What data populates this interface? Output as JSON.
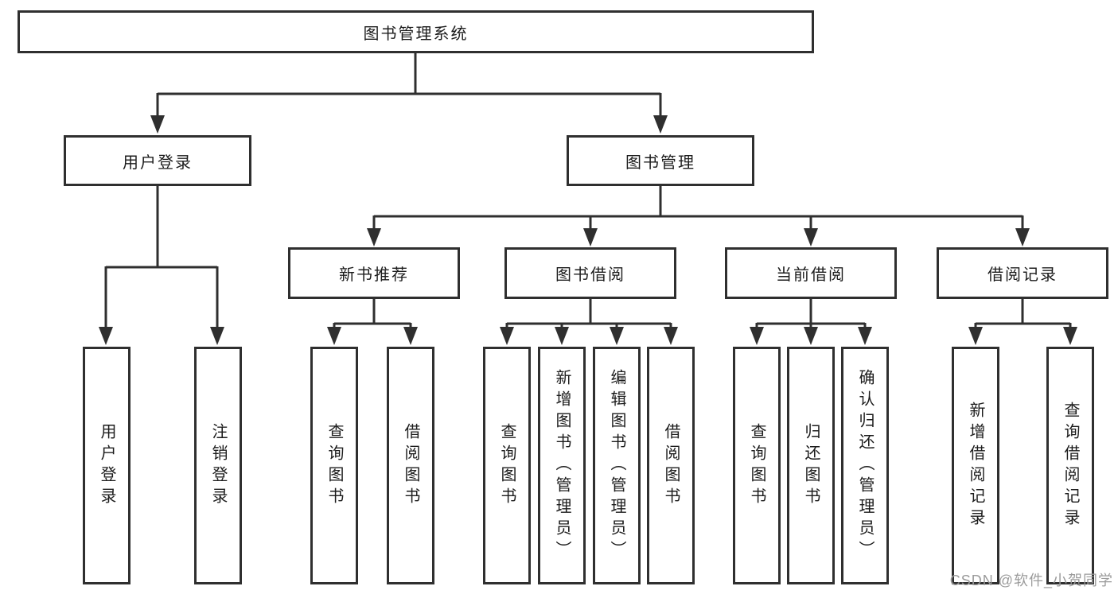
{
  "watermark": "CSDN @软件_小贺同学",
  "colors": {
    "line": "#2f2f2f",
    "text": "#1c1c1c",
    "background": "#ffffff",
    "watermark": "#9b9b9b"
  },
  "tree": {
    "root": {
      "label": "图书管理系统"
    },
    "branches": [
      {
        "label": "用户登录",
        "children": [
          {
            "label": "用户登录"
          },
          {
            "label": "注销登录"
          }
        ]
      },
      {
        "label": "图书管理",
        "children": [
          {
            "label": "新书推荐",
            "children": [
              {
                "label": "查询图书"
              },
              {
                "label": "借阅图书"
              }
            ]
          },
          {
            "label": "图书借阅",
            "children": [
              {
                "label": "查询图书"
              },
              {
                "label": "新增图书（管理员）"
              },
              {
                "label": "编辑图书（管理员）"
              },
              {
                "label": "借阅图书"
              }
            ]
          },
          {
            "label": "当前借阅",
            "children": [
              {
                "label": "查询图书"
              },
              {
                "label": "归还图书"
              },
              {
                "label": "确认归还（管理员）"
              }
            ]
          },
          {
            "label": "借阅记录",
            "children": [
              {
                "label": "新增借阅记录"
              },
              {
                "label": "查询借阅记录"
              }
            ]
          }
        ]
      }
    ]
  }
}
